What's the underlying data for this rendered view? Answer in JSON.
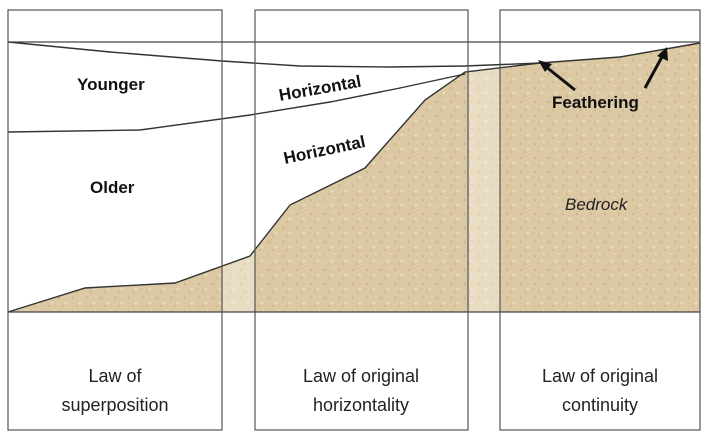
{
  "labels": {
    "younger": "Younger",
    "older": "Older",
    "horizontal_upper": "Horizontal",
    "horizontal_lower": "Horizontal",
    "feathering": "Feathering",
    "bedrock": "Bedrock"
  },
  "captions": [
    {
      "line1": "Law of",
      "line2": "superposition"
    },
    {
      "line1": "Law of original",
      "line2": "horizontality"
    },
    {
      "line1": "Law of original",
      "line2": "continuity"
    }
  ],
  "colors": {
    "bedrock": "#dcc9a4",
    "bedrock_light": "#e6d8bb",
    "line": "#333333",
    "frame": "#555555"
  }
}
